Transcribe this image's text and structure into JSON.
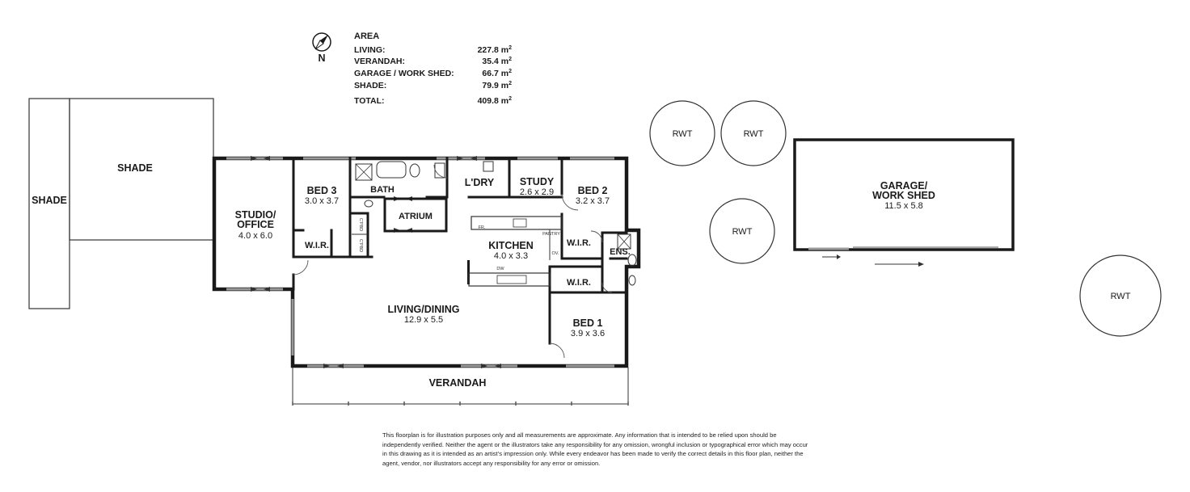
{
  "area_table": {
    "heading": "AREA",
    "rows": [
      {
        "label": "LIVING:",
        "value": "227.8 m",
        "unit_sup": "2"
      },
      {
        "label": "VERANDAH:",
        "value": "35.4 m",
        "unit_sup": "2"
      },
      {
        "label": "GARAGE / WORK SHED:",
        "value": "66.7 m",
        "unit_sup": "2"
      },
      {
        "label": "SHADE:",
        "value": "79.9 m",
        "unit_sup": "2"
      }
    ],
    "total": {
      "label": "TOTAL:",
      "value": "409.8 m",
      "unit_sup": "2"
    }
  },
  "compass": {
    "letter": "N",
    "icon": "north-arrow-icon"
  },
  "rooms": {
    "shade_left": "SHADE",
    "shade_top": "SHADE",
    "studio_1": "STUDIO/",
    "studio_2": "OFFICE",
    "studio_dim": "4.0 x 6.0",
    "bed3": "BED 3",
    "bed3_dim": "3.0 x 3.7",
    "wir_bed3": "W.I.R.",
    "bath": "BATH",
    "atrium": "ATRIUM",
    "cpbd_1": "C'PBD",
    "cpbd_2": "C'PBD",
    "ldry": "L'DRY",
    "study": "STUDY",
    "study_dim": "2.6 x 2.9",
    "bed2": "BED 2",
    "bed2_dim": "3.2 x 3.7",
    "kitchen": "KITCHEN",
    "kitchen_dim": "4.0 x 3.3",
    "fr": "FR.",
    "pantry": "PANTRY",
    "dw": "DW",
    "ov": "OV.",
    "wir_bed2": "W.I.R.",
    "ens": "ENS.",
    "wir_bed1": "W.I.R.",
    "living": "LIVING/DINING",
    "living_dim": "12.9 x 5.5",
    "bed1": "BED 1",
    "bed1_dim": "3.9 x 3.6",
    "verandah": "VERANDAH",
    "rwt_1": "RWT",
    "rwt_2": "RWT",
    "rwt_3": "RWT",
    "rwt_4": "RWT",
    "garage_1": "GARAGE/",
    "garage_2": "WORK SHED",
    "garage_dim": "11.5 x 5.8"
  },
  "disclaimer": "This floorplan is for illustration purposes only and all measurements are approximate. Any information that is intended to be relied upon should be independently verified. Neither the agent or the illustrators take any responsibility for any omission, wrongful inclusion or typographical error which may occur in this drawing as it is intended as an artist’s impression only. While every endeavor has been made to verify the correct details in this floor plan, neither the agent, vendor, nor illustrators accept any responsibility for any error or omission."
}
